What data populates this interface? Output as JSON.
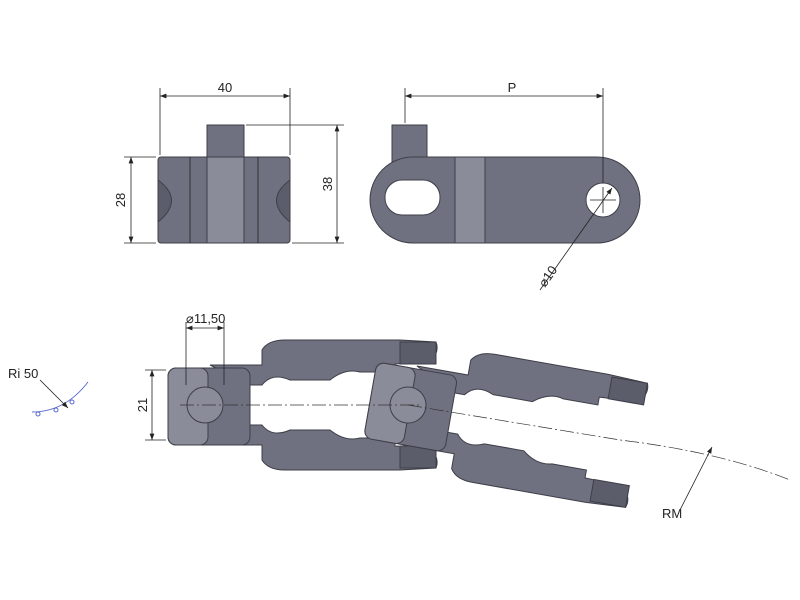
{
  "dimensions": {
    "width_front": "40",
    "height_body": "28",
    "height_total": "38",
    "pitch": "P",
    "hole_diameter": "⌀10",
    "pin_diameter": "⌀11,50",
    "link_height": "21",
    "inner_radius": "Ri 50",
    "radius_min": "RM"
  },
  "colors": {
    "part": "#6f7180",
    "edge": "#3d3e48",
    "line": "#222222"
  }
}
